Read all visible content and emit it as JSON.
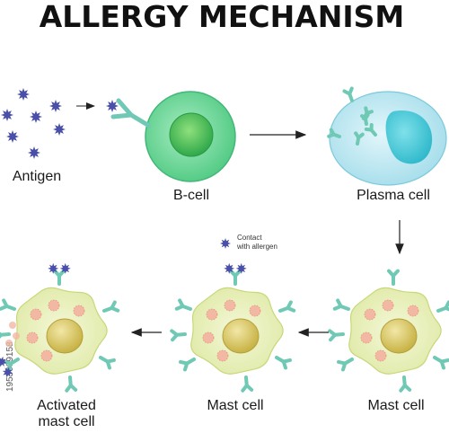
{
  "title": "ALLERGY MECHANISM",
  "labels": {
    "antigen": "Antigen",
    "b_cell": "B-cell",
    "plasma_cell": "Plasma cell",
    "mast_cell_right": "Mast cell",
    "mast_cell_middle": "Mast cell",
    "activated_line1": "Activated",
    "activated_line2": "mast cell",
    "contact_line1": "Contact",
    "contact_line2": "with allergen"
  },
  "side_text": "1953089158",
  "colors": {
    "antigen": "#4a4fa8",
    "receptor": "#6fc9b4",
    "bcell_outer": "#5fcf8f",
    "bcell_nucleus": "#3fb64d",
    "plasma_outer": "#b9e6f1",
    "plasma_nucleus": "#42c7d6",
    "mast_body": "#e8f0b8",
    "mast_nucleus": "#d9c968",
    "granule": "#f3b8a3"
  }
}
